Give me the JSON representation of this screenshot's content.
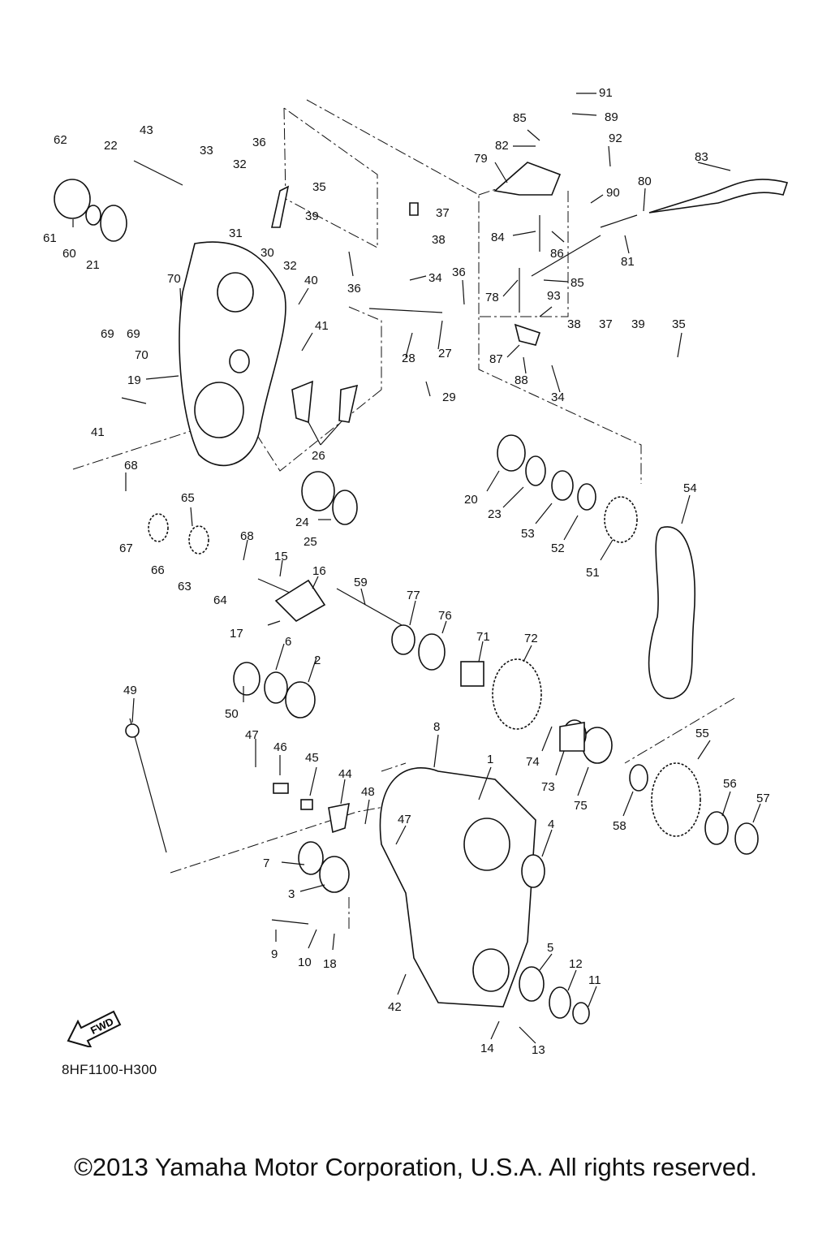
{
  "diagram_code": "8HF1100-H300",
  "copyright": "©2013 Yamaha Motor Corporation, U.S.A. All rights reserved.",
  "fwd_label": "FWD",
  "icons": {
    "forward": "forward-arrow-icon"
  },
  "callouts": [
    "1",
    "2",
    "3",
    "4",
    "5",
    "6",
    "7",
    "8",
    "9",
    "10",
    "11",
    "12",
    "13",
    "14",
    "15",
    "16",
    "17",
    "18",
    "19",
    "20",
    "21",
    "22",
    "23",
    "24",
    "25",
    "26",
    "27",
    "28",
    "29",
    "30",
    "31",
    "32",
    "32",
    "33",
    "34",
    "34",
    "35",
    "35",
    "36",
    "36",
    "36",
    "37",
    "37",
    "38",
    "38",
    "39",
    "39",
    "40",
    "41",
    "41",
    "42",
    "43",
    "44",
    "45",
    "46",
    "47",
    "47",
    "48",
    "49",
    "50",
    "51",
    "52",
    "53",
    "54",
    "55",
    "56",
    "57",
    "58",
    "59",
    "60",
    "61",
    "62",
    "63",
    "64",
    "65",
    "66",
    "67",
    "68",
    "68",
    "69",
    "69",
    "70",
    "70",
    "71",
    "72",
    "73",
    "74",
    "75",
    "76",
    "77",
    "78",
    "79",
    "80",
    "81",
    "82",
    "83",
    "84",
    "85",
    "85",
    "86",
    "87",
    "88",
    "89",
    "90",
    "91",
    "92",
    "93"
  ]
}
